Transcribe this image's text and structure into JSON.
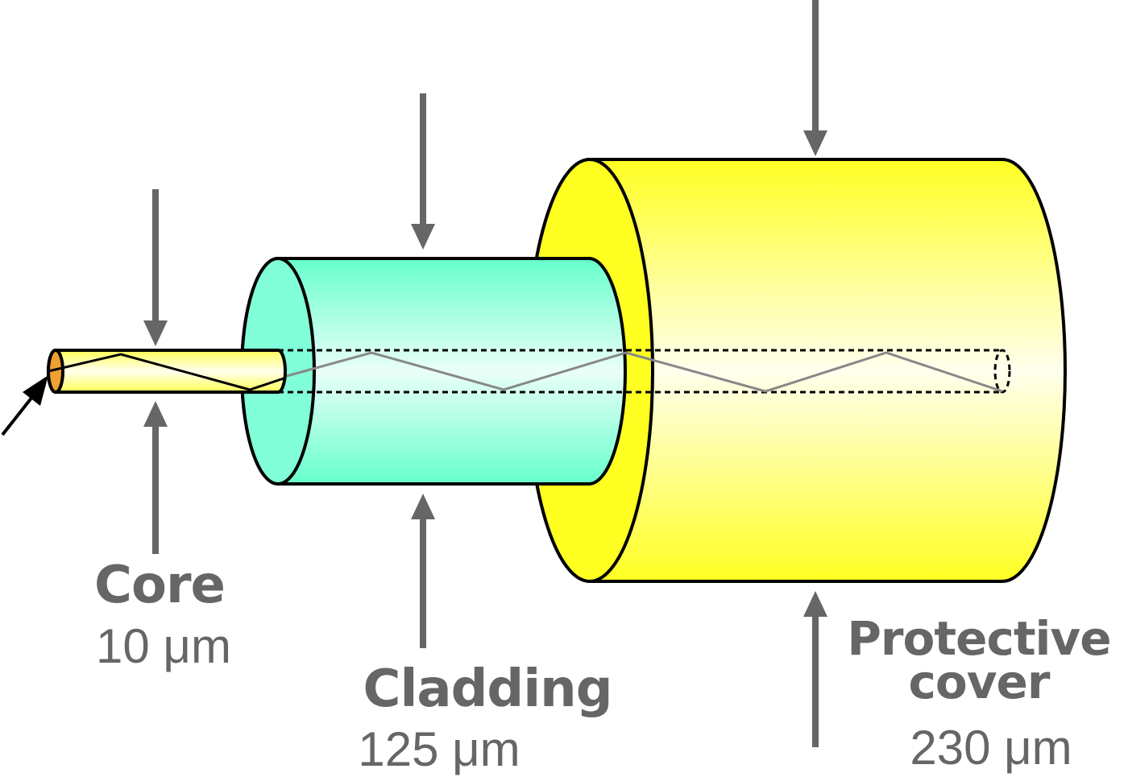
{
  "layers": [
    {
      "id": "core",
      "name": "Core",
      "size": "10 μm",
      "color": "#ffff66"
    },
    {
      "id": "cladding",
      "name": "Cladding",
      "size": "125 μm",
      "color": "#66ffcc"
    },
    {
      "id": "cover",
      "name": [
        "Protective",
        "cover"
      ],
      "size": "230 μm",
      "color": "#ffff22"
    }
  ],
  "colors": {
    "arrow": "#666666",
    "outline": "#000000",
    "light_ray": "#888888",
    "core_end": "#f0a030"
  }
}
